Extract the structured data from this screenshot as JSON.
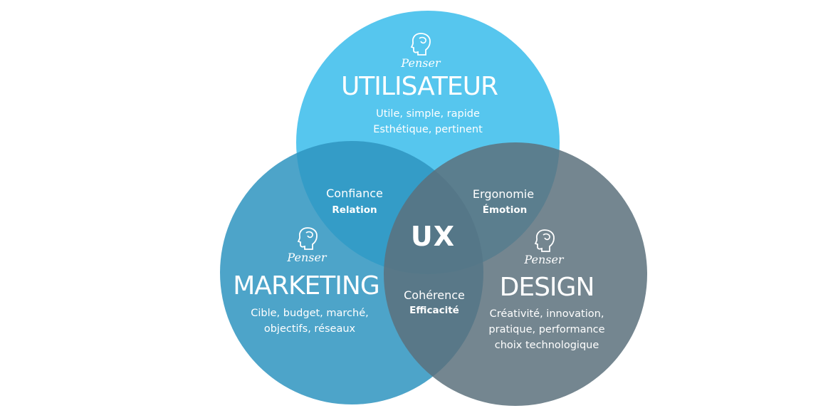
{
  "colors": {
    "utilisateur": "#44c0ec",
    "marketing": "#2e94c0",
    "design": "#5c717d",
    "background": "#ffffff",
    "text": "#ffffff"
  },
  "icons": {
    "head": "thinking-head-icon"
  },
  "circles": {
    "utilisateur": {
      "penser": "Penser",
      "title": "UTILISATEUR",
      "desc": [
        "Utile, simple, rapide",
        "Esthétique, pertinent"
      ]
    },
    "marketing": {
      "penser": "Penser",
      "title": "MARKETING",
      "desc": [
        "Cible, budget, marché,",
        "objectifs, réseaux"
      ]
    },
    "design": {
      "penser": "Penser",
      "title": "DESIGN",
      "desc": [
        "Créativité, innovation,",
        "pratique, performance",
        "choix technologique"
      ]
    }
  },
  "intersections": {
    "utilisateur_marketing": {
      "line1": "Confiance",
      "line2": "Relation"
    },
    "utilisateur_design": {
      "line1": "Ergonomie",
      "line2": "Émotion"
    },
    "marketing_design": {
      "line1": "Cohérence",
      "line2": "Efficacité"
    },
    "center": "UX"
  }
}
